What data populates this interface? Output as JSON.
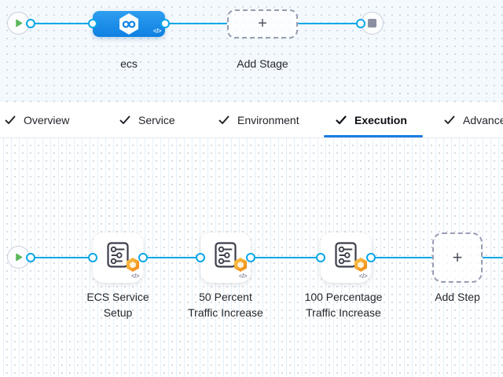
{
  "colors": {
    "connector_blue": "#0aa7e8",
    "stage_node_blue": "#1b8ce9",
    "active_tab_underline": "#1b7ce0",
    "badge_orange": "#f59a23",
    "play_green": "#5cb85c",
    "canvas_top_bg": "#f3f9fd"
  },
  "stage_pipeline": {
    "stage": {
      "name": "ecs",
      "code_toggle": "</>"
    },
    "add_stage": {
      "label": "Add Stage",
      "plus": "+"
    }
  },
  "tab_bar": {
    "active_tab": "Execution",
    "tabs": [
      {
        "label": "Overview",
        "checked": true
      },
      {
        "label": "Service",
        "checked": true
      },
      {
        "label": "Environment",
        "checked": true
      },
      {
        "label": "Execution",
        "checked": true
      },
      {
        "label": "Advanced",
        "checked": true
      }
    ]
  },
  "execution_pipeline": {
    "steps": [
      {
        "name_line1": "ECS Service",
        "name_line2": "Setup",
        "code_toggle": "</>"
      },
      {
        "name_line1": "50 Percent",
        "name_line2": "Traffic Increase",
        "code_toggle": "</>"
      },
      {
        "name_line1": "100 Percentage",
        "name_line2": "Traffic Increase",
        "code_toggle": "</>"
      }
    ],
    "add_step": {
      "label": "Add Step",
      "plus": "+"
    }
  }
}
